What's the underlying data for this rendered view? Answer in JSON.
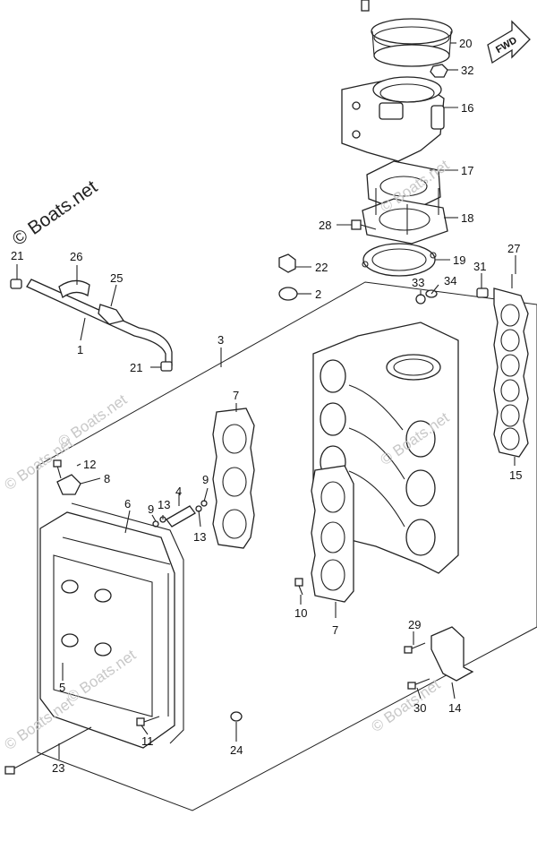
{
  "watermark": {
    "main": "© Boats.net",
    "faint": "© Boats.net"
  },
  "fwd_label": "FWD",
  "callouts": {
    "c1": "1",
    "c2": "2",
    "c3": "3",
    "c4": "4",
    "c5": "5",
    "c6": "6",
    "c7a": "7",
    "c7b": "7",
    "c8": "8",
    "c9a": "9",
    "c9b": "9",
    "c10": "10",
    "c11": "11",
    "c12": "12",
    "c13a": "13",
    "c13b": "13",
    "c14": "14",
    "c15": "15",
    "c16": "16",
    "c17": "17",
    "c18": "18",
    "c19": "19",
    "c20": "20",
    "c21a": "21",
    "c21b": "21",
    "c22": "22",
    "c23": "23",
    "c24": "24",
    "c25": "25",
    "c26": "26",
    "c27": "27",
    "c28": "28",
    "c29": "29",
    "c30": "30",
    "c31": "31",
    "c32": "32",
    "c33": "33",
    "c34": "34"
  }
}
